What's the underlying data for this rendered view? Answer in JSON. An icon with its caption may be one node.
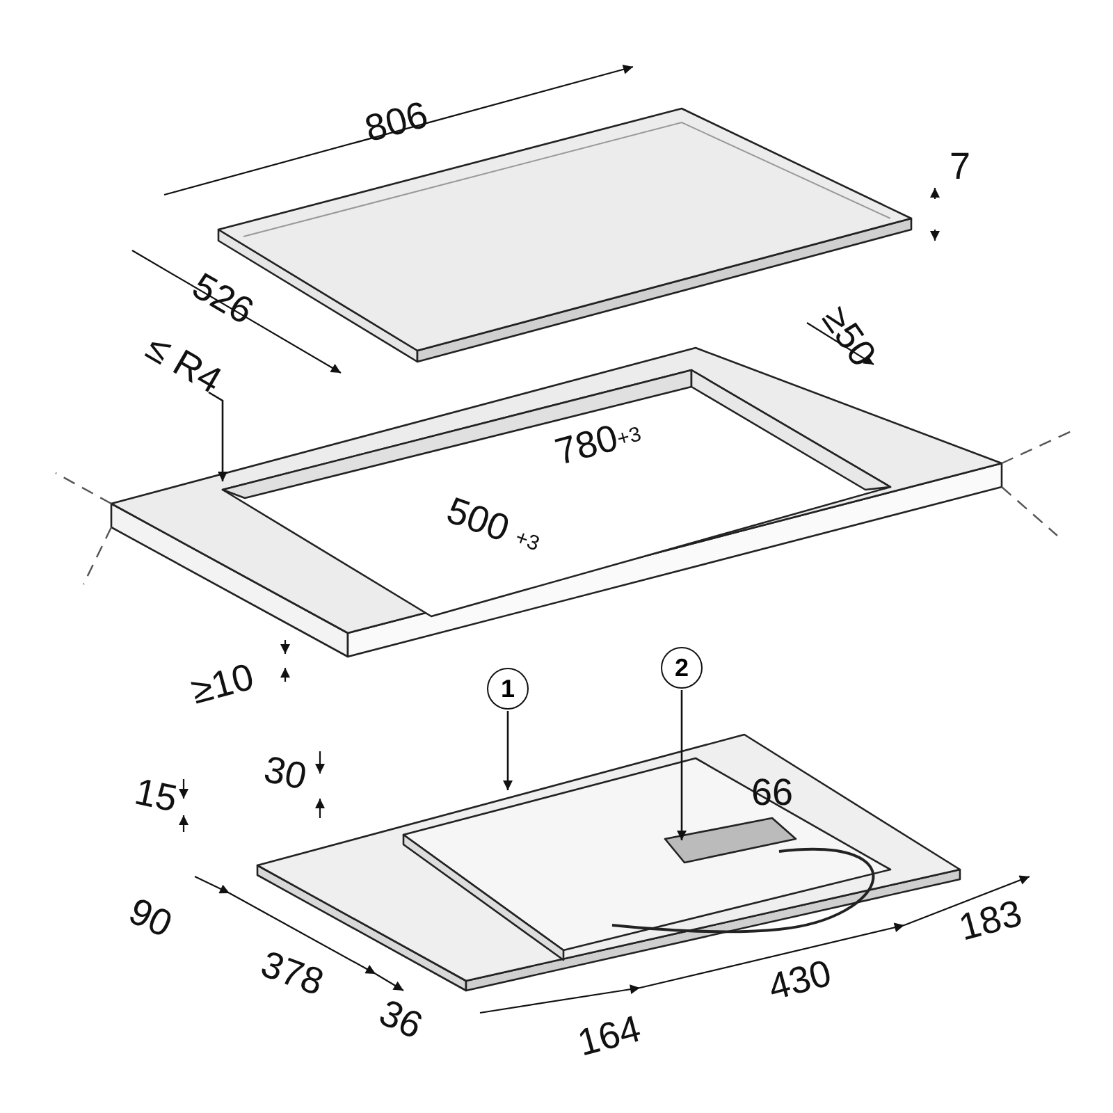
{
  "diagram": {
    "nodes": [
      {
        "text": [
          "1"
        ]
      },
      {
        "text": [
          "2"
        ]
      },
      {
        "text": [],
        "shape": "picture"
      },
      {
        "text": [],
        "shape": "box",
        "in": 2
      },
      {
        "text": [
          "≤ R4"
        ]
      },
      {
        "text": [],
        "shape": "picture"
      }
    ],
    "edges": [
      {
        "from": 0,
        "to": 2,
        "arrow": "to"
      },
      {
        "from": 1,
        "to": 3,
        "arrow": "to"
      },
      {
        "from": 4,
        "to": 5,
        "arrow": "to"
      }
    ],
    "labels": [
      "806",
      "7",
      "526",
      "≥50",
      "780$^{+3}$",
      "500 $^{+3}$",
      "≥10",
      "15",
      "30",
      "66",
      "90",
      "378",
      "36",
      "164",
      "430",
      "183"
    ]
  }
}
